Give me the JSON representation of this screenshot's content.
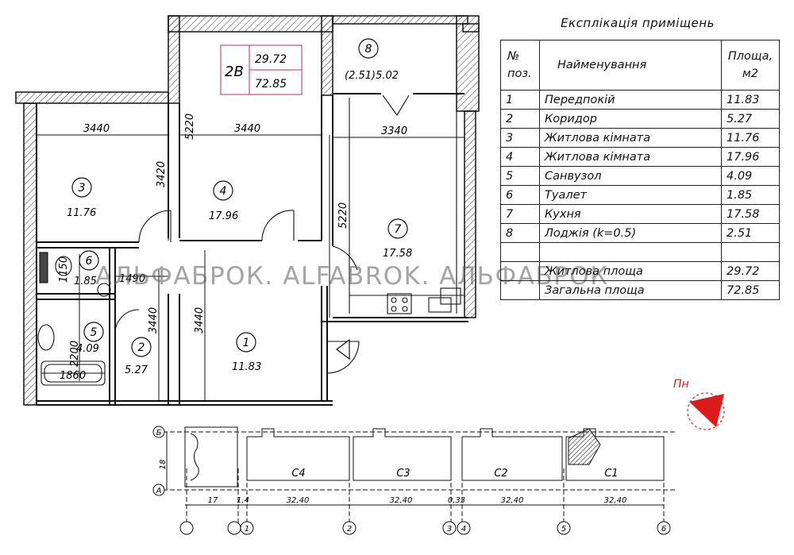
{
  "apartment": {
    "type": "2В",
    "living_area": "29.72",
    "total_area": "72.85"
  },
  "rooms": [
    {
      "pos": "1",
      "area": "11.83"
    },
    {
      "pos": "2",
      "area": "5.27"
    },
    {
      "pos": "3",
      "area": "11.76"
    },
    {
      "pos": "4",
      "area": "17.96"
    },
    {
      "pos": "5",
      "area": "4.09"
    },
    {
      "pos": "6",
      "area": "1.85"
    },
    {
      "pos": "7",
      "area": "17.58"
    },
    {
      "pos": "8",
      "area": "(2.51)5.02"
    }
  ],
  "dimensions": {
    "d3440_room3": "3440",
    "d3440_room4": "3440",
    "d3340_room7": "3340",
    "d5220_top": "5220",
    "d5220_kitchen": "5220",
    "d3420": "3420",
    "d3440_corridor": "3440",
    "d3440_hall": "3440",
    "d1490": "1490",
    "d1150": "1150",
    "d2200": "2200",
    "d1860": "1860"
  },
  "table": {
    "title": "Експлікація приміщень",
    "header": {
      "pos_line1": "№",
      "pos_line2": "поз.",
      "name": "Найменування",
      "area_line1": "Площа,",
      "area_line2": "м2"
    },
    "rows": [
      {
        "pos": "1",
        "name": "Передпокій",
        "area": "11.83"
      },
      {
        "pos": "2",
        "name": "Коридор",
        "area": "5.27"
      },
      {
        "pos": "3",
        "name": "Житлова кімната",
        "area": "11.76"
      },
      {
        "pos": "4",
        "name": "Житлова кімната",
        "area": "17.96"
      },
      {
        "pos": "5",
        "name": "Санвузол",
        "area": "4.09"
      },
      {
        "pos": "6",
        "name": "Туалет",
        "area": "1.85"
      },
      {
        "pos": "7",
        "name": "Кухня",
        "area": "17.58"
      },
      {
        "pos": "8",
        "name": "Лоджія (k=0.5)",
        "area": "2.51"
      },
      {
        "pos": "",
        "name": "",
        "area": ""
      },
      {
        "pos": "",
        "name": "Житлова площа",
        "area": "29.72"
      },
      {
        "pos": "",
        "name": "Загальна площа",
        "area": "72.85"
      }
    ]
  },
  "north_label": "Пн",
  "site_plan": {
    "sections": [
      "С4",
      "С3",
      "С2",
      "С1"
    ],
    "axis_letters": [
      "Б",
      "А"
    ],
    "axis_numbers": [
      "1",
      "2",
      "3",
      "4",
      "5",
      "6"
    ],
    "dim_left": "17",
    "dim_small": "1,4",
    "dim_sections": [
      "32,40",
      "32,40",
      "32,40",
      "32,40"
    ],
    "dim_gap": "0,33",
    "dim_height": "18"
  },
  "watermark": "АЛЬФАБРОК. ALFABROK. АЛЬФАБРОК"
}
